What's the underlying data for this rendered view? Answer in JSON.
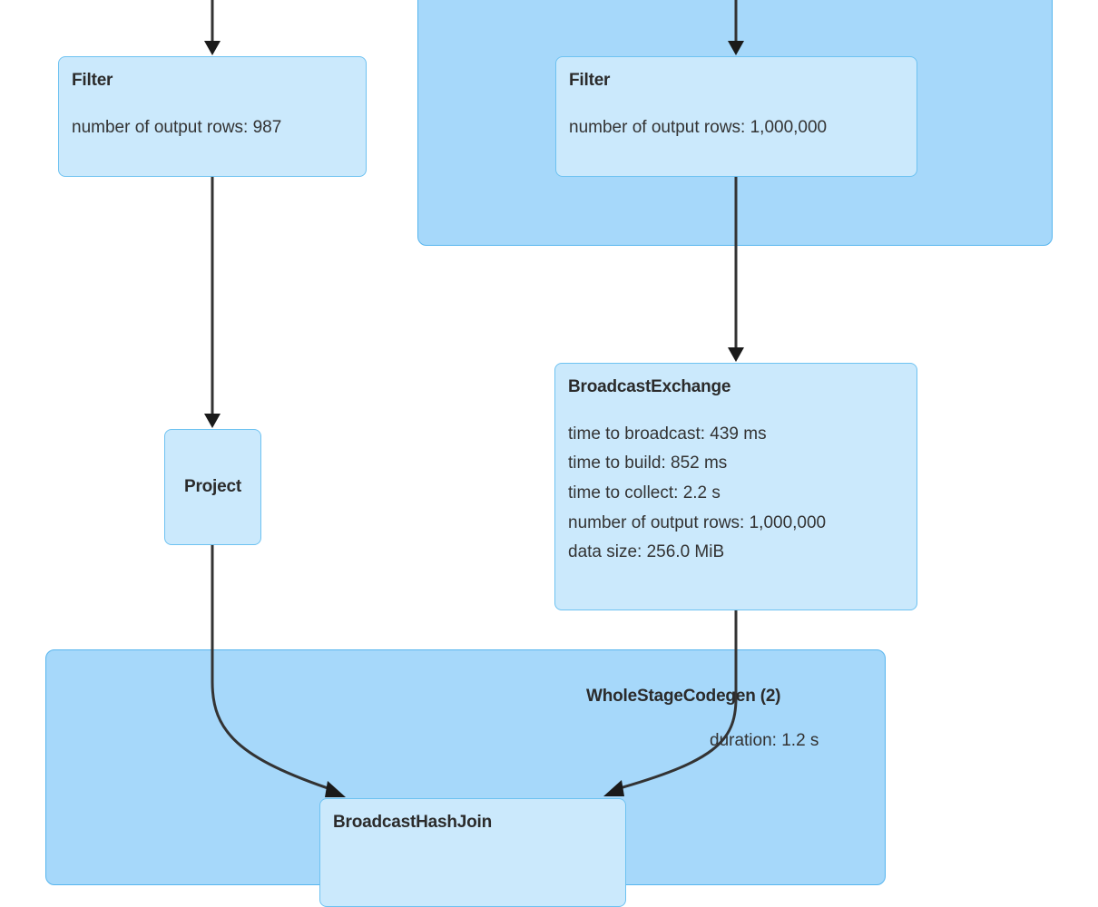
{
  "graph": {
    "type": "spark-sql-physical-plan-dag",
    "background_color": "#ffffff",
    "node_fill": "#cbe9fc",
    "node_border": "#6ec2f1",
    "cluster_fill": "#a6d8fa",
    "cluster_border": "#57b5ee",
    "edge_color": "#333333"
  },
  "clusters": [
    {
      "id": "cluster-top",
      "name": "partially-visible-stage-cluster",
      "label": "",
      "metric": ""
    },
    {
      "id": "cluster-wholestage",
      "name": "wholestage-codegen-2-cluster",
      "label": "WholeStageCodegen (2)",
      "metric": "duration: 1.2 s"
    }
  ],
  "nodes": [
    {
      "id": "node-filter-left",
      "title": "Filter",
      "metrics": [
        "number of output rows: 987"
      ]
    },
    {
      "id": "node-filter-right",
      "title": "Filter",
      "metrics": [
        "number of output rows: 1,000,000"
      ]
    },
    {
      "id": "node-project",
      "title": "Project",
      "metrics": []
    },
    {
      "id": "node-broadcastexchange",
      "title": "BroadcastExchange",
      "metrics": [
        "time to broadcast: 439 ms",
        "time to build: 852 ms",
        "time to collect: 2.2 s",
        "number of output rows: 1,000,000",
        "data size: 256.0 MiB"
      ]
    },
    {
      "id": "node-broadcasthashjoin",
      "title": "BroadcastHashJoin",
      "metrics": []
    }
  ],
  "filter_left": {
    "title": "Filter",
    "metric_rows": "number of output rows: 987"
  },
  "filter_right": {
    "title": "Filter",
    "metric_rows": "number of output rows: 1,000,000"
  },
  "project": {
    "title": "Project"
  },
  "broadcast_exchange": {
    "title": "BroadcastExchange",
    "metric_time_to_broadcast": "time to broadcast: 439 ms",
    "metric_time_to_build": "time to build: 852 ms",
    "metric_time_to_collect": "time to collect: 2.2 s",
    "metric_output_rows": "number of output rows: 1,000,000",
    "metric_data_size": "data size: 256.0 MiB"
  },
  "broadcast_hash_join": {
    "title": "BroadcastHashJoin"
  },
  "wholestage_codegen": {
    "label": "WholeStageCodegen (2)",
    "metric_duration": "duration: 1.2 s"
  },
  "edges": [
    {
      "name": "edge-into-filter-left",
      "from": "(offscreen-above)",
      "to": "node-filter-left"
    },
    {
      "name": "edge-into-filter-right",
      "from": "(offscreen-above)",
      "to": "node-filter-right"
    },
    {
      "name": "edge-filter-left-to-project",
      "from": "node-filter-left",
      "to": "node-project"
    },
    {
      "name": "edge-filter-right-to-exchange",
      "from": "node-filter-right",
      "to": "node-broadcastexchange"
    },
    {
      "name": "edge-project-to-join",
      "from": "node-project",
      "to": "node-broadcasthashjoin"
    },
    {
      "name": "edge-exchange-to-join",
      "from": "node-broadcastexchange",
      "to": "node-broadcasthashjoin"
    }
  ]
}
